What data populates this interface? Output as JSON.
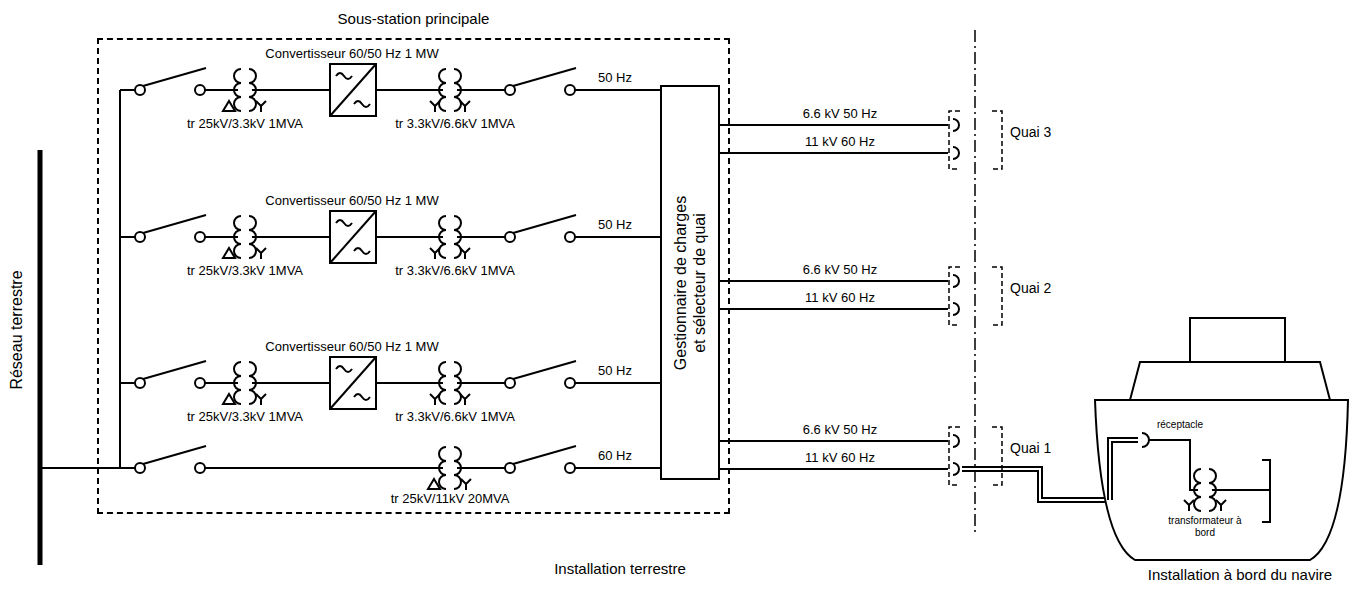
{
  "diagram": {
    "nodes": [
      {
        "text": [
          "Sous-station principale"
        ]
      },
      {
        "text": [
          "Gestionnaire de charges et sélecteur de quai"
        ],
        "in": 0
      },
      {
        "text": [
          "Quai 3"
        ]
      },
      {
        "text": [
          "Quai 2"
        ]
      },
      {
        "text": [
          "Quai 1"
        ]
      }
    ],
    "edges": [
      {
        "from": 1,
        "to": 2,
        "arrow": "none",
        "label": "6.6 kV 50 Hz"
      },
      {
        "from": 1,
        "to": 2,
        "arrow": "none",
        "label": "11 kV 60 Hz"
      },
      {
        "from": 1,
        "to": 3,
        "arrow": "none",
        "label": "6.6 kV 50 Hz"
      },
      {
        "from": 1,
        "to": 3,
        "arrow": "none",
        "label": "11 kV 60 Hz"
      },
      {
        "from": 1,
        "to": 4,
        "arrow": "none",
        "label": "6.6 kV 50 Hz"
      },
      {
        "from": 1,
        "to": 4,
        "arrow": "none",
        "label": "11 kV 60 Hz"
      }
    ],
    "labels": [
      "Réseau terrestre",
      "Convertisseur 60/50 Hz 1 MW",
      "Convertisseur 60/50 Hz 1 MW",
      "Convertisseur 60/50 Hz 1 MW",
      "tr 25kV/3.3kV 1MVA",
      "tr 25kV/3.3kV 1MVA",
      "tr 25kV/3.3kV 1MVA",
      "tr 3.3kV/6.6kV 1MVA",
      "tr 3.3kV/6.6kV 1MVA",
      "tr 3.3kV/6.6kV 1MVA",
      "50 Hz",
      "50 Hz",
      "50 Hz",
      "60 Hz",
      "tr 25kV/11kV 20MVA",
      "Installation terrestre",
      "réceptacle",
      "transformateur à bord",
      "Installation à bord du navire"
    ]
  }
}
